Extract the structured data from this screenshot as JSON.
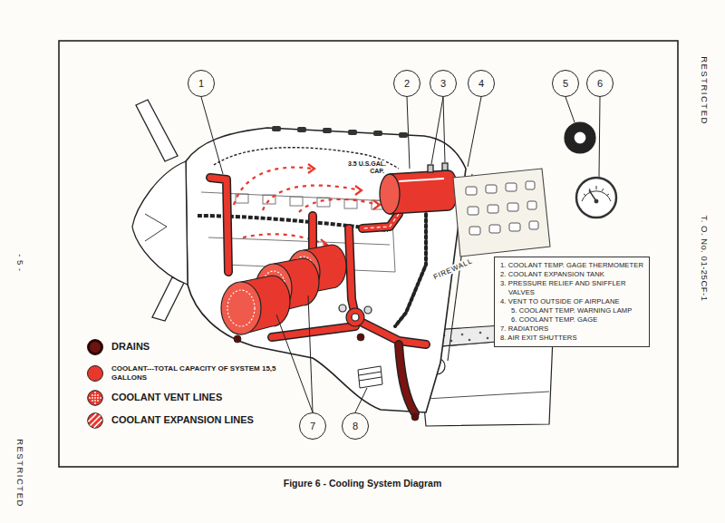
{
  "diagram": {
    "caption": "Figure 6 - Cooling System Diagram",
    "nodes": [
      {
        "text": [
          "1"
        ]
      },
      {
        "text": [
          "2"
        ]
      },
      {
        "text": [
          "3"
        ]
      },
      {
        "text": [
          "4"
        ]
      },
      {
        "text": [
          "5"
        ]
      },
      {
        "text": [
          "6"
        ]
      },
      {
        "text": [
          "1. COOLANT TEMP. GAGE THERMOMETER",
          "2. COOLANT EXPANSION TANK",
          "3. PRESSURE RELIEF AND SNIFFLER VALVES",
          "4. VENT TO OUTSIDE OF AIRPLANE",
          "5. COOLANT TEMP. WARNING LAMP",
          "6. COOLANT TEMP. GAGE",
          "7. RADIATORS",
          "8. AIR EXIT SHUTTERS"
        ]
      },
      {
        "text": [
          "7"
        ]
      },
      {
        "text": [
          "8"
        ]
      }
    ],
    "labels": [
      "RESTRICTED",
      "T. O. No. 01-25CF-1",
      "- 5 -",
      "RESTRICTED",
      "3.5 U.S.GAL. CAP.",
      "FIREWALL"
    ],
    "legend": [
      {
        "text": "DRAINS",
        "color": "#6b1410"
      },
      {
        "text": "COOLANT---TOTAL CAPACITY OF SYSTEM 15,5 GALLONS",
        "color": "#e8372c"
      },
      {
        "text": "COOLANT VENT LINES"
      },
      {
        "text": "COOLANT EXPANSION LINES"
      }
    ]
  }
}
